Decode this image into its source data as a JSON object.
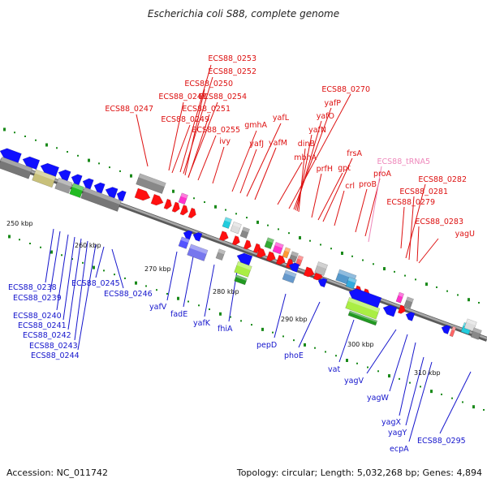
{
  "title": "Escherichia coli S88, complete genome",
  "footer": {
    "accession": "Accession: NC_011742",
    "topology": "Topology: circular; Length: 5,032,268 bp; Genes: 4,894"
  },
  "colors": {
    "forward_label": "#dd1111",
    "reverse_label": "#1515cc",
    "trna_label": "#ee88bb",
    "forward_gene": "#ff1010",
    "reverse_gene": "#1010ff",
    "backbone": "#8a8a8a",
    "dotted_track": "#1a8a1a"
  },
  "ticks": [
    {
      "label": "250 kbp"
    },
    {
      "label": "260 kbp"
    },
    {
      "label": "270 kbp"
    },
    {
      "label": "280 kbp"
    },
    {
      "label": "290 kbp"
    },
    {
      "label": "300 kbp"
    },
    {
      "label": "310 kbp"
    }
  ],
  "forward_labels": [
    {
      "text": "ECS88_0253"
    },
    {
      "text": "ECS88_0252"
    },
    {
      "text": "ECS88_0250"
    },
    {
      "text": "ECS88_0248"
    },
    {
      "text": "ECS88_0254"
    },
    {
      "text": "ECS88_0247"
    },
    {
      "text": "ECS88_0251"
    },
    {
      "text": "ECS88_0249"
    },
    {
      "text": "ECS88_0255"
    },
    {
      "text": "ivy"
    },
    {
      "text": "gmhA"
    },
    {
      "text": "yafJ"
    },
    {
      "text": "yafL"
    },
    {
      "text": "yafM"
    },
    {
      "text": "mbhA"
    },
    {
      "text": "ECS88_0270"
    },
    {
      "text": "yafP"
    },
    {
      "text": "yafO"
    },
    {
      "text": "yafN"
    },
    {
      "text": "dinB"
    },
    {
      "text": "prfH"
    },
    {
      "text": "gpt"
    },
    {
      "text": "frsA"
    },
    {
      "text": "crl"
    },
    {
      "text": "proB"
    },
    {
      "text": "proA"
    },
    {
      "text": "ECS88_0279"
    },
    {
      "text": "ECS88_0282"
    },
    {
      "text": "ECS88_0281"
    },
    {
      "text": "ECS88_0283"
    },
    {
      "text": "yagU"
    }
  ],
  "trna_labels": [
    {
      "text": "ECS88_tRNA5"
    }
  ],
  "reverse_labels": [
    {
      "text": "ECS88_0238"
    },
    {
      "text": "ECS88_0239"
    },
    {
      "text": "ECS88_0240"
    },
    {
      "text": "ECS88_0241"
    },
    {
      "text": "ECS88_0242"
    },
    {
      "text": "ECS88_0243"
    },
    {
      "text": "ECS88_0244"
    },
    {
      "text": "ECS88_0245"
    },
    {
      "text": "ECS88_0246"
    },
    {
      "text": "yafV"
    },
    {
      "text": "fadE"
    },
    {
      "text": "yafK"
    },
    {
      "text": "fhiA"
    },
    {
      "text": "pepD"
    },
    {
      "text": "phoE"
    },
    {
      "text": "vat"
    },
    {
      "text": "yagV"
    },
    {
      "text": "yagW"
    },
    {
      "text": "yagX"
    },
    {
      "text": "yagY"
    },
    {
      "text": "ecpA"
    },
    {
      "text": "ECS88_0295"
    }
  ]
}
